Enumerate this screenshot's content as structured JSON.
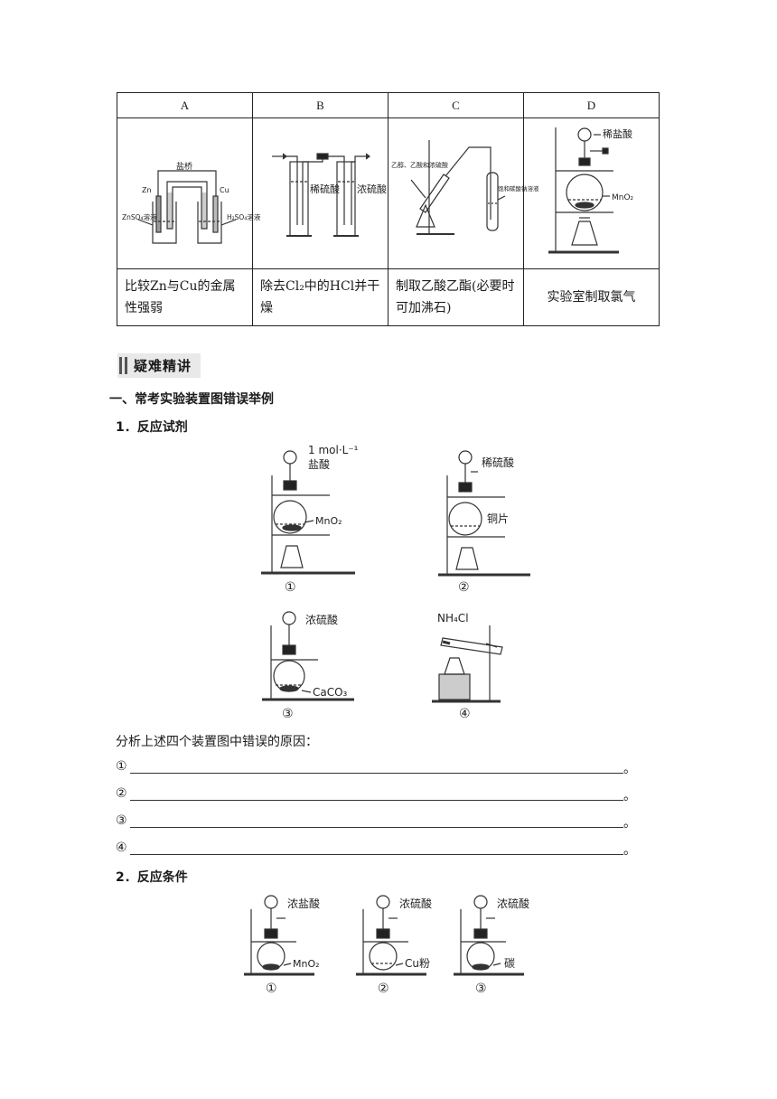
{
  "table": {
    "headers": [
      "A",
      "B",
      "C",
      "D"
    ],
    "descriptions": [
      "比较Zn与Cu的金属性强弱",
      "除去Cl₂中的HCl并干燥",
      "制取乙酸乙酯(必要时可加沸石)",
      "实验室制取氯气"
    ],
    "figA": {
      "zn": "Zn",
      "salt_bridge": "盐桥",
      "cu": "Cu",
      "left_solution": "ZnSO₄溶液",
      "right_solution": "H₂SO₄溶液"
    },
    "figB": {
      "left": "稀硫酸",
      "right": "浓硫酸"
    },
    "figC": {
      "left": "乙醇、乙酸和浓硫酸",
      "right": "饱和碳酸钠溶液"
    },
    "figD": {
      "top": "稀盐酸",
      "flask": "MnO₂"
    }
  },
  "section": {
    "banner": "疑难精讲",
    "heading": "一、常考实验装置图错误举例"
  },
  "part1": {
    "title": "1．反应试剂",
    "fig1": {
      "label1": "1 mol·L⁻¹",
      "label2": "盐酸",
      "label3": "MnO₂",
      "num": "①"
    },
    "fig2": {
      "label1": "稀硫酸",
      "label2": "铜片",
      "num": "②"
    },
    "fig3": {
      "label1": "浓硫酸",
      "label2": "CaCO₃",
      "num": "③"
    },
    "fig4": {
      "label1": "NH₄Cl",
      "num": "④"
    },
    "analysis": "分析上述四个装置图中错误的原因：",
    "lines": [
      "①",
      "②",
      "③",
      "④"
    ],
    "period": "。"
  },
  "part2": {
    "title": "2．反应条件",
    "fig1": {
      "top": "浓盐酸",
      "bottom": "MnO₂",
      "num": "①"
    },
    "fig2": {
      "top": "浓硫酸",
      "bottom": "Cu粉",
      "num": "②"
    },
    "fig3": {
      "top": "浓硫酸",
      "bottom": "碳",
      "num": "③"
    }
  }
}
